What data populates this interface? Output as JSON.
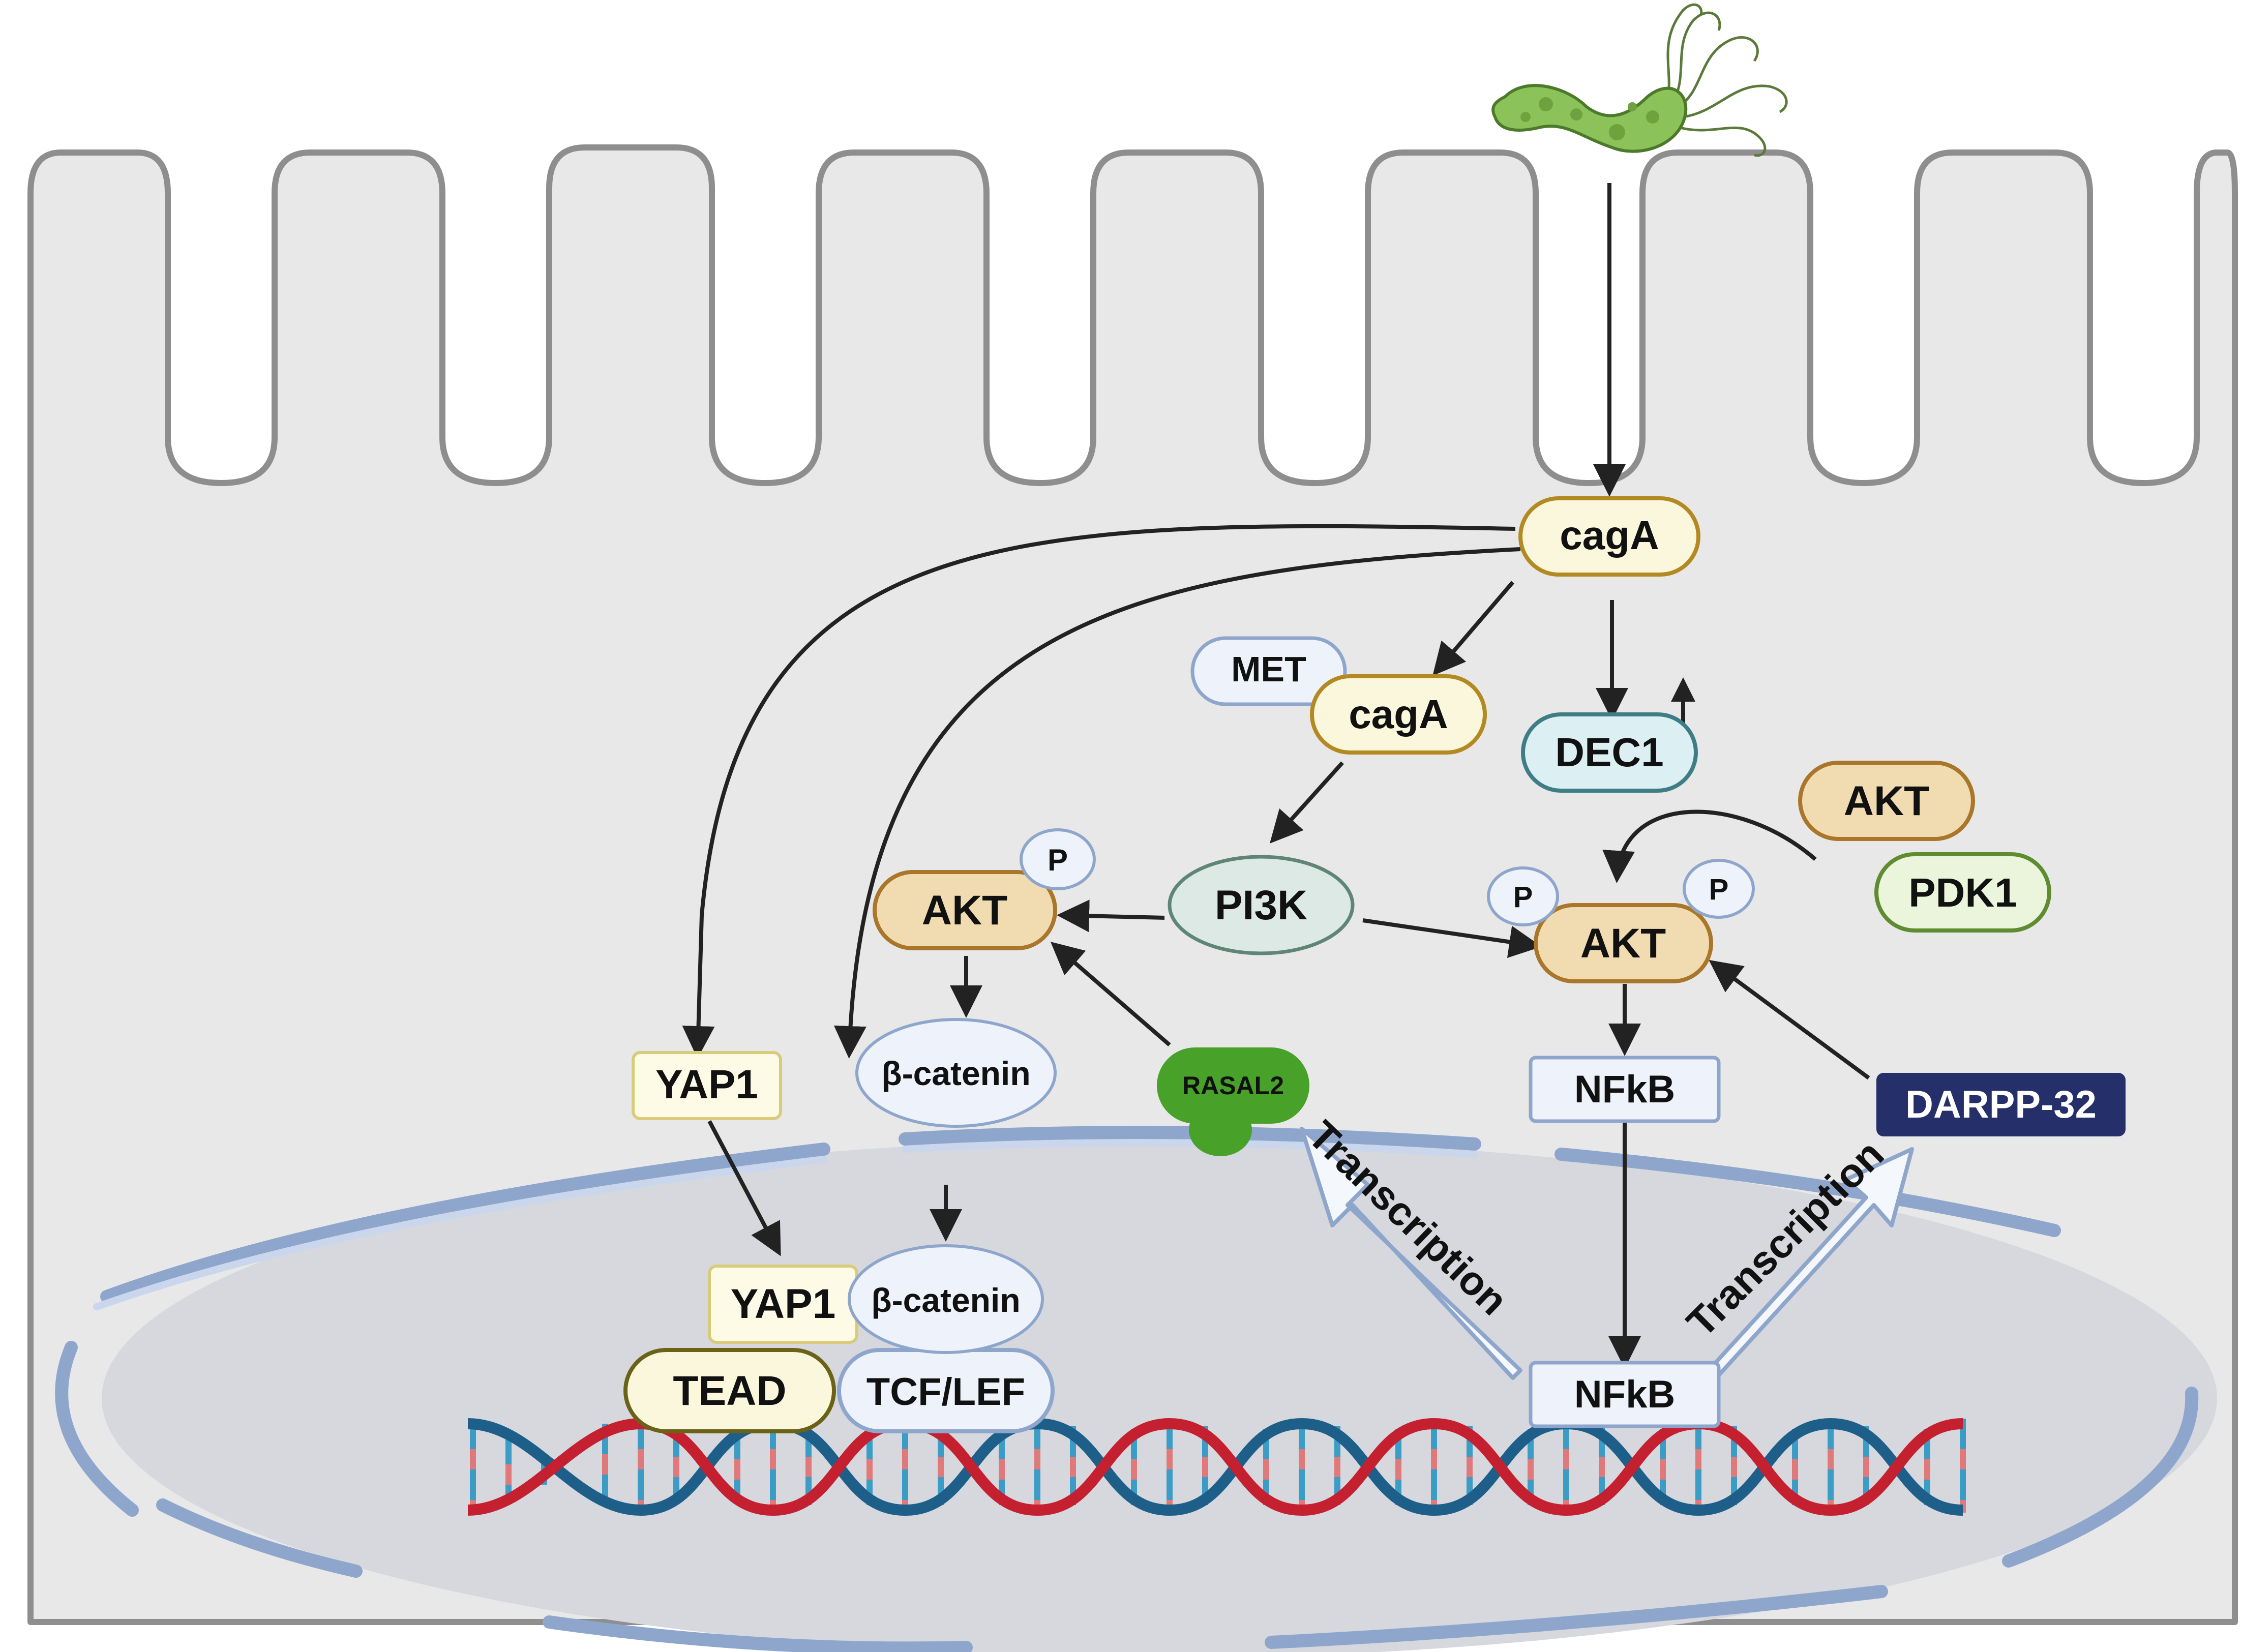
{
  "nodes": {
    "caga_top": "cagA",
    "met": "MET",
    "caga_complex": "cagA",
    "dec1": "DEC1",
    "akt_right_top": "AKT",
    "pdk1": "PDK1",
    "akt_left": "AKT",
    "p_left": "P",
    "pi3k": "PI3K",
    "akt_right": "AKT",
    "p_right_a": "P",
    "p_right_b": "P",
    "yap1_cyto": "YAP1",
    "bcatenin_cyto": "β-catenin",
    "rasal2": "RASAL2",
    "nfkb_cyto": "NFkB",
    "darpp32": "DARPP-32",
    "yap1_nuc": "YAP1",
    "bcatenin_nuc": "β-catenin",
    "tead": "TEAD",
    "tcflef": "TCF/LEF",
    "nfkb_nuc": "NFkB",
    "transcription_left": "Transcription",
    "transcription_right": "Transcription"
  },
  "colors": {
    "cell": "#e8e8e8",
    "cell_border": "#8e8e8e",
    "nucleus": "#d6d8de",
    "envelope": "#b9c9e2",
    "caga_fill": "#fbf7dc",
    "caga_stroke": "#b38a22",
    "akt_fill": "#f1dcb2",
    "akt_stroke": "#a9762a",
    "pi3k_fill": "#dde9e4",
    "pi3k_stroke": "#5f8576",
    "dec1_fill": "#dcf0f4",
    "dec1_stroke": "#3f7d86",
    "pdk1_fill": "#eaf5dc",
    "pdk1_stroke": "#5f8c30",
    "blue_fill": "#eef3fb",
    "blue_stroke": "#8fa6cc",
    "rasal2": "#48a128",
    "darpp32": "#25306a",
    "dna_blue": "#1e5f8a",
    "dna_red": "#c42030",
    "bacterium": "#8cc25a"
  },
  "icons": {
    "pathogen": "helicobacter-bacterium-icon",
    "dna": "dna-double-helix-icon"
  }
}
